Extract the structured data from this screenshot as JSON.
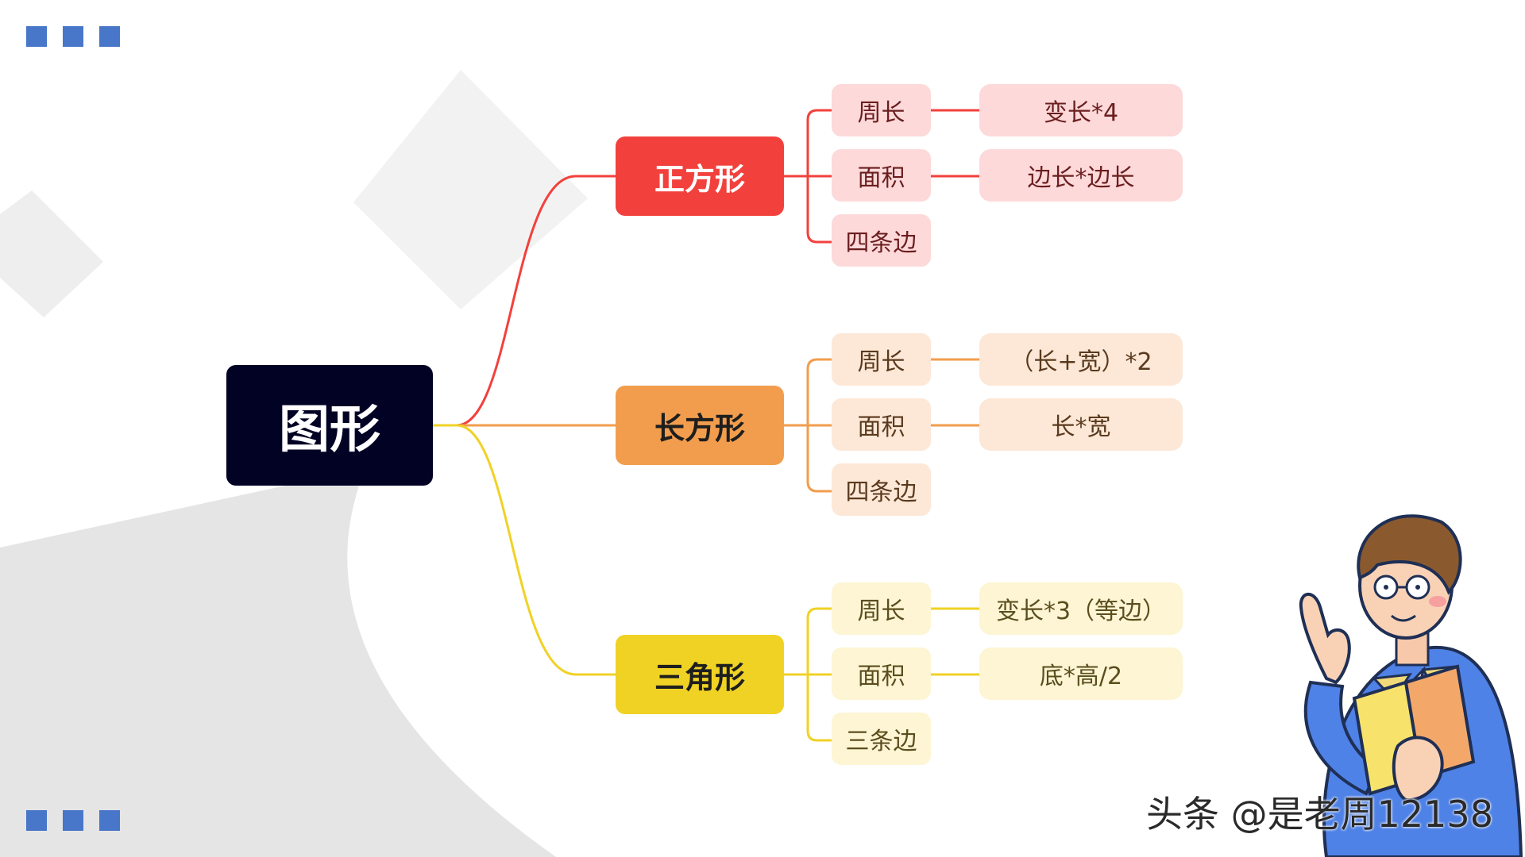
{
  "root": {
    "label": "图形"
  },
  "colors": {
    "accent_squares": "#4876c9",
    "root_bg": "#020224",
    "root_text": "#ffffff",
    "decoration": "#eeeeee"
  },
  "branches": [
    {
      "label": "正方形",
      "color": "#f2413d",
      "text_color": "#ffffff",
      "chip_bg": "#fdd9da",
      "chip_text": "#6b1e1e",
      "items": [
        {
          "prop": "周长",
          "value": "变长*4"
        },
        {
          "prop": "面积",
          "value": "边长*边长"
        },
        {
          "prop": "四条边"
        }
      ]
    },
    {
      "label": "长方形",
      "color": "#f29d4d",
      "text_color": "#1e1e1e",
      "chip_bg": "#fde8d7",
      "chip_text": "#5a3a1e",
      "items": [
        {
          "prop": "周长",
          "value": "（长+宽）*2"
        },
        {
          "prop": "面积",
          "value": "长*宽"
        },
        {
          "prop": "四条边"
        }
      ]
    },
    {
      "label": "三角形",
      "color": "#f0d225",
      "text_color": "#1e1e1e",
      "chip_bg": "#fdf5d3",
      "chip_text": "#5a4d1e",
      "items": [
        {
          "prop": "周长",
          "value": "变长*3（等边）"
        },
        {
          "prop": "面积",
          "value": "底*高/2"
        },
        {
          "prop": "三条边"
        }
      ]
    }
  ],
  "watermark": "头条 @是老周12138",
  "icons": [
    "teacher-illustration",
    "decorative-squares"
  ]
}
